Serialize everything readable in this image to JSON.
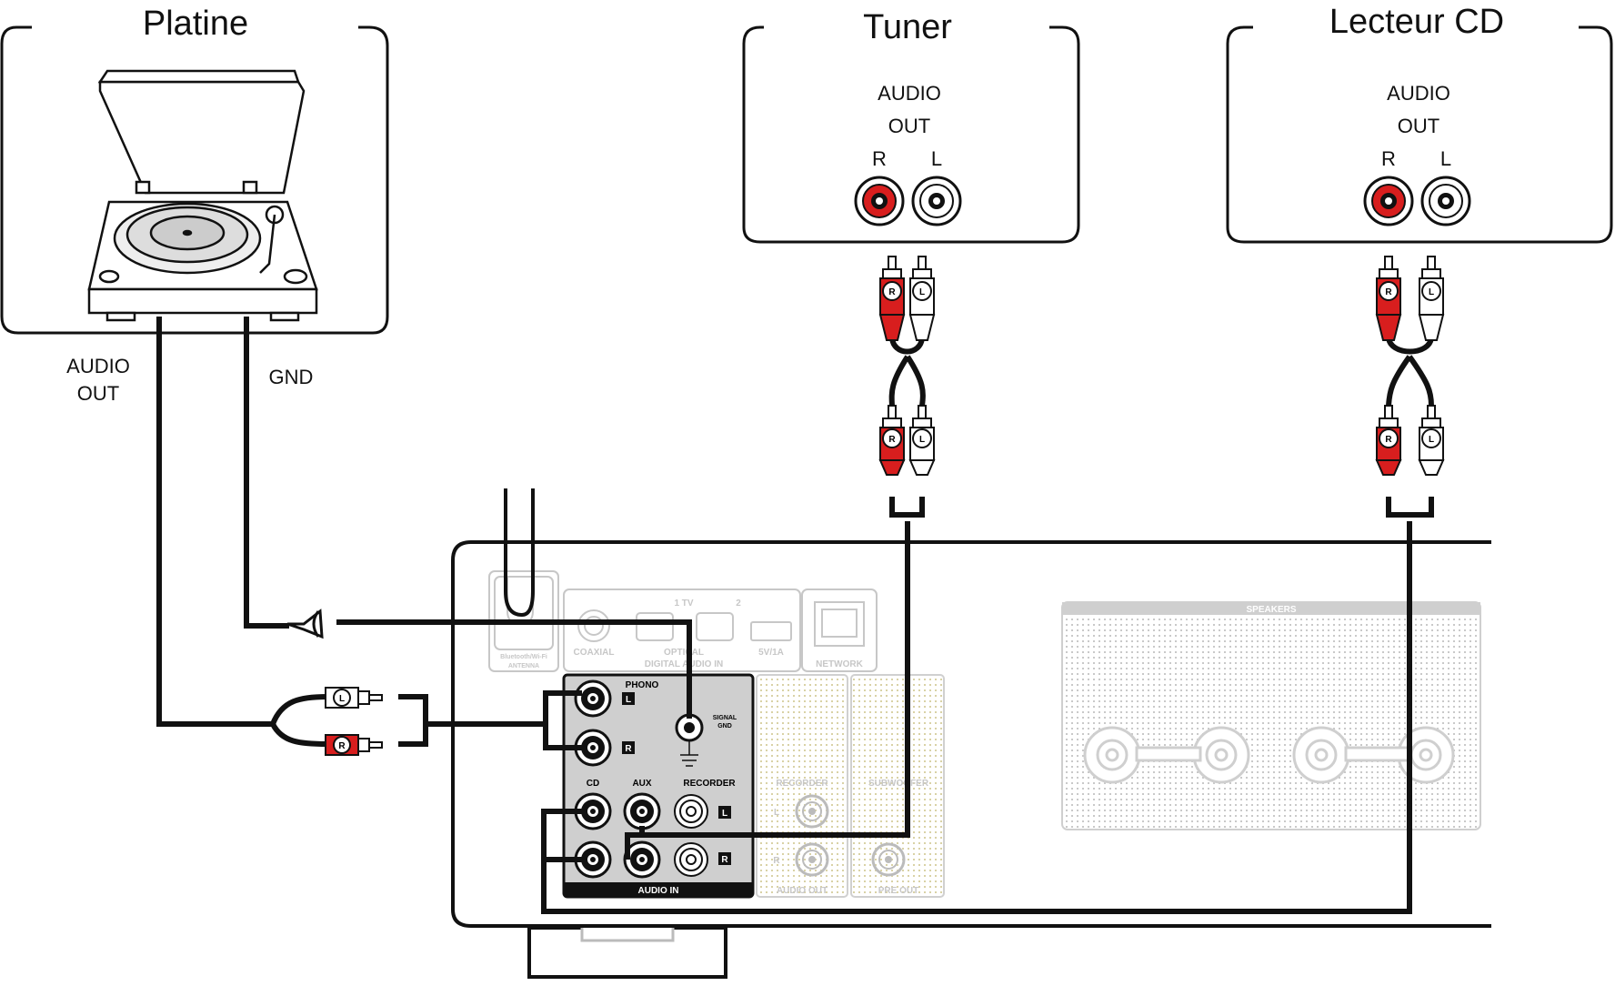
{
  "devices": {
    "platine": {
      "title": "Platine",
      "audio_out": [
        "AUDIO",
        "OUT"
      ],
      "gnd": "GND"
    },
    "tuner": {
      "title": "Tuner",
      "audio": "AUDIO",
      "out": "OUT",
      "r": "R",
      "l": "L"
    },
    "cd": {
      "title": "Lecteur CD",
      "audio": "AUDIO",
      "out": "OUT",
      "r": "R",
      "l": "L"
    }
  },
  "plug_letters": {
    "r": "R",
    "l": "L"
  },
  "receiver": {
    "antenna": [
      "Bluetooth/Wi-Fi",
      "ANTENNA"
    ],
    "digital": {
      "coaxial": "COAXIAL",
      "optical": "OPTICAL",
      "title": "DIGITAL AUDIO IN",
      "n1": "1 TV",
      "n2": "2",
      "usb": "5V/1A"
    },
    "network": "NETWORK",
    "phono": "PHONO",
    "signal_gnd": [
      "SIGNAL",
      "GND"
    ],
    "cd": "CD",
    "aux": "AUX",
    "recorder": "RECORDER",
    "audio_in": "AUDIO IN",
    "recorder_out": "RECORDER",
    "subwoofer": "SUBWOOFER",
    "audio_out": "AUDIO OUT",
    "pre_out": "PRE OUT",
    "speakers": "SPEAKERS",
    "side_l": "L",
    "side_r": "R"
  },
  "colors": {
    "red": "#d81e1e",
    "black": "#111111",
    "panel": "#cfcfcf",
    "dim": "#bdbdbd"
  }
}
